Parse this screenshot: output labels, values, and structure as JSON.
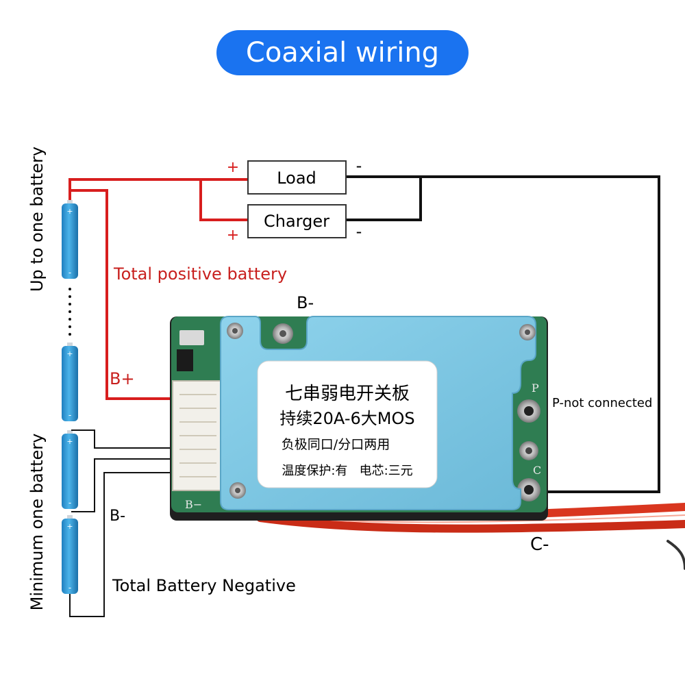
{
  "title": "Coaxial wiring",
  "colors": {
    "title_bg": "#1a73f0",
    "wire_positive": "#d81e1e",
    "wire_negative": "#111111",
    "positive_label": "#c8201e",
    "cell_body": "#2f9ad6",
    "board_cover": "#7ec8e4",
    "pcb": "#2f7d52"
  },
  "boxes": {
    "load": "Load",
    "charger": "Charger"
  },
  "signs": {
    "load_plus": "+",
    "load_minus": "-",
    "charger_plus": "+",
    "charger_minus": "-"
  },
  "labels": {
    "up_to_one_battery": "Up to one battery",
    "minimum_one_battery": "Minimum one battery",
    "total_positive": "Total positive battery",
    "b_plus": "B+",
    "b_minus_top": "B-",
    "b_minus_left": "B-",
    "p_not_connected": "P-not connected",
    "c_minus": "C-",
    "total_negative": "Total Battery Negative"
  },
  "board_label": {
    "line1": "七串弱电开关板",
    "line2": "持续20A-6大MOS",
    "line3": "负极同口/分口两用",
    "line4": "温度保护:有   电芯:三元"
  },
  "pcb_text": {
    "b_minus": "B−",
    "p": "P",
    "c": "C"
  },
  "cell_marks": {
    "plus": "+",
    "minus": "-"
  },
  "icons": [
    "battery-cell-icon",
    "connector-icon",
    "screw-icon",
    "terminal-icon"
  ]
}
